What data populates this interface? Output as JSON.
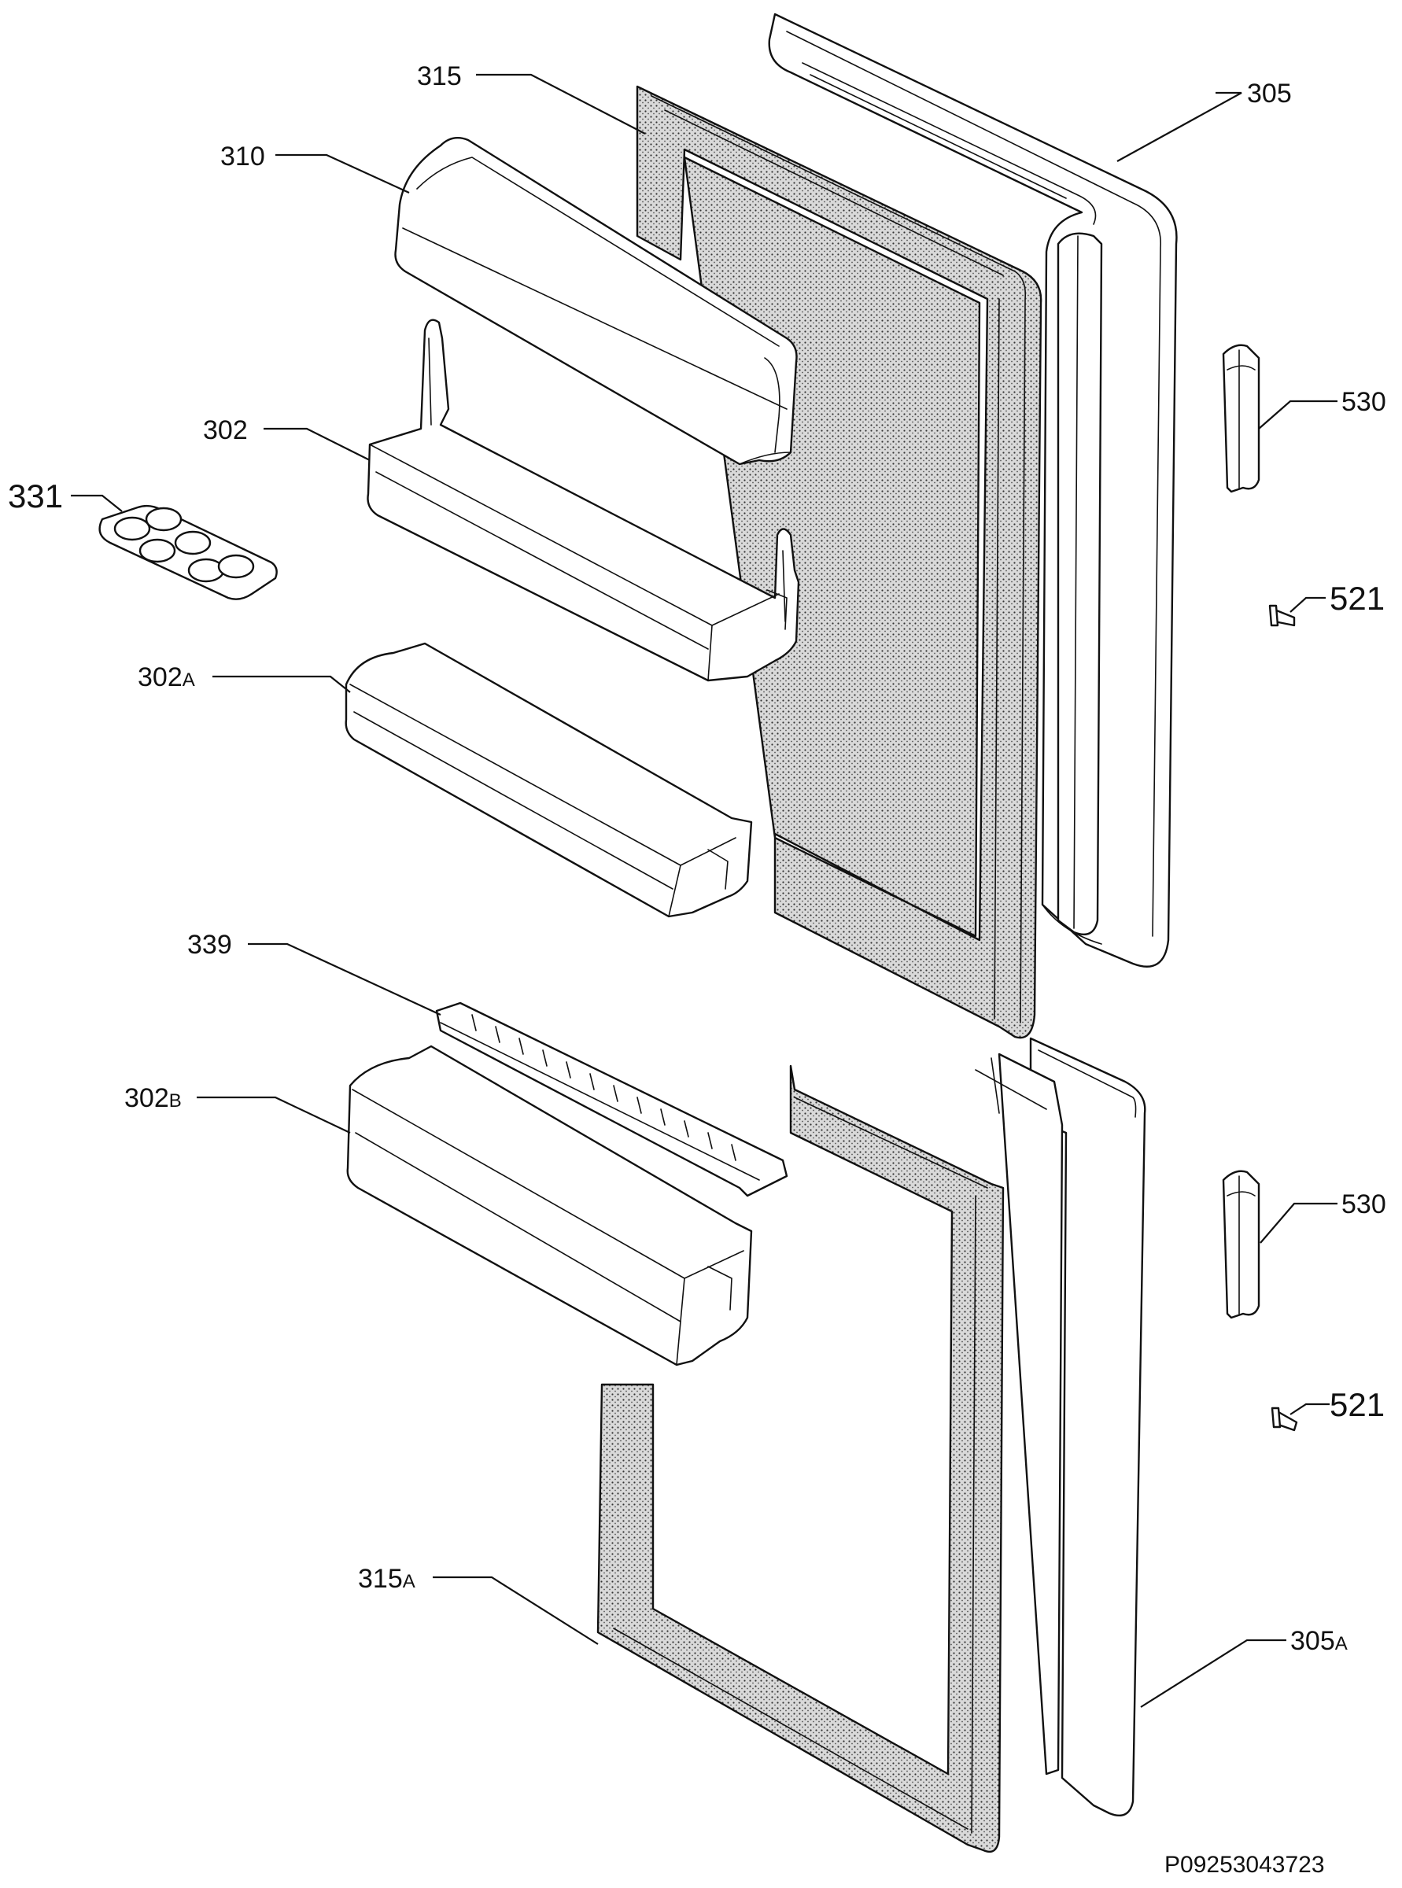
{
  "labels": {
    "l305": "305",
    "l315": "315",
    "l310": "310",
    "l302": "302",
    "l331": "331",
    "l530_top": "530",
    "l521_top": "521",
    "l302a_num": "302",
    "l302a_suf": "A",
    "l339": "339",
    "l302b_num": "302",
    "l302b_suf": "B",
    "l530_bottom": "530",
    "l521_bottom": "521",
    "l315a_num": "315",
    "l315a_suf": "A",
    "l305a_num": "305",
    "l305a_suf": "A"
  },
  "drawing_code": "P09253043723",
  "colors": {
    "line": "#111111",
    "background": "#ffffff"
  }
}
